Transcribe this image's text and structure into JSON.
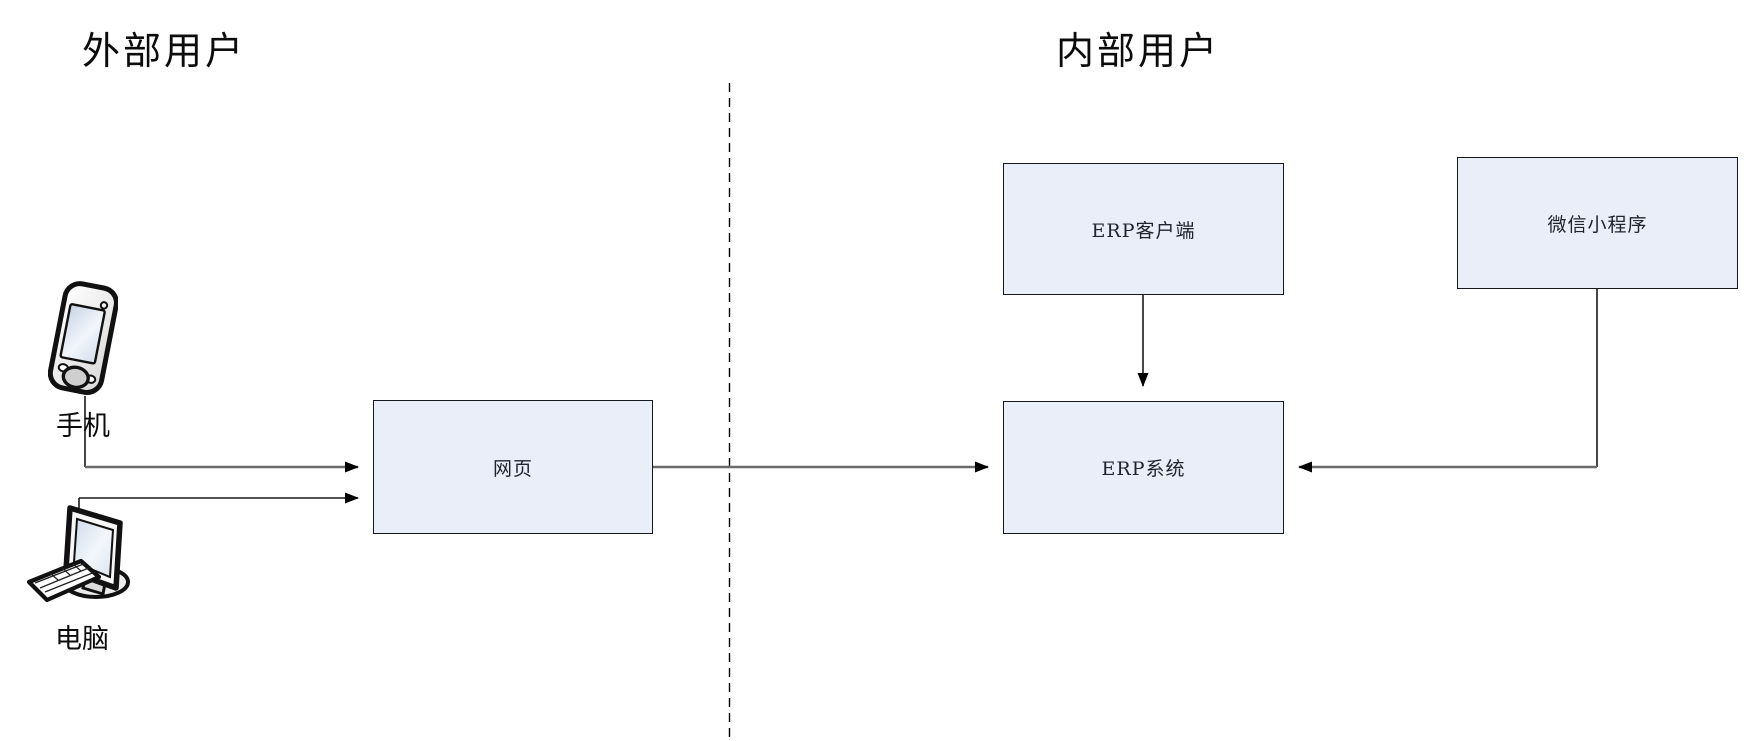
{
  "titles": {
    "external": "外部用户",
    "internal": "内部用户"
  },
  "nodes": {
    "webpage": {
      "label": "网页"
    },
    "erp_client": {
      "label": "ERP客户端"
    },
    "wechat_mini_program": {
      "label": "微信小程序"
    },
    "erp_system": {
      "label": "ERP系统"
    }
  },
  "devices": {
    "phone": {
      "label": "手机",
      "icon": "mobile-phone-icon"
    },
    "computer": {
      "label": "电脑",
      "icon": "desktop-computer-icon"
    }
  },
  "edges": [
    {
      "from": "手机",
      "to": "网页",
      "arrow": "to"
    },
    {
      "from": "电脑",
      "to": "网页",
      "arrow": "to"
    },
    {
      "from": "网页",
      "to": "ERP系统",
      "arrow": "to"
    },
    {
      "from": "ERP客户端",
      "to": "ERP系统",
      "arrow": "to"
    },
    {
      "from": "微信小程序",
      "to": "ERP系统",
      "arrow": "to"
    }
  ],
  "colors": {
    "node_fill": "#e9eef8",
    "node_border": "#16181d",
    "connector_gray": "#6b6b6b",
    "connector_black": "#1a1a1a",
    "arrowhead": "#000000",
    "divider": "#000000",
    "title_text": "#0c0c0c",
    "label_text": "#20242c",
    "background": "#ffffff"
  }
}
